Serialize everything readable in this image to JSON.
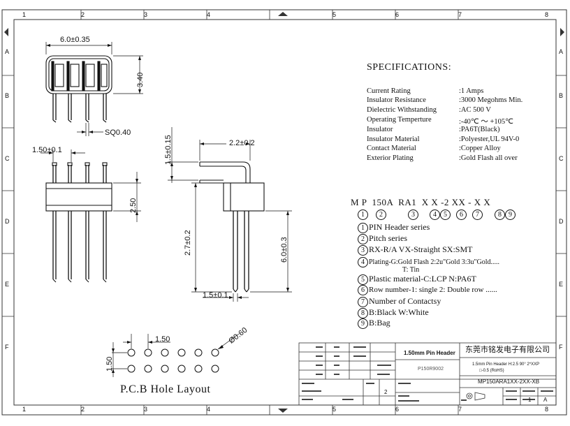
{
  "frame": {
    "top_cols": [
      "1",
      "2",
      "3",
      "4",
      "5",
      "6",
      "7",
      "8"
    ],
    "bottom_cols": [
      "1",
      "2",
      "3",
      "4",
      "5",
      "6",
      "7",
      "8"
    ],
    "left_rows": [
      "A",
      "B",
      "C",
      "D",
      "E",
      "F"
    ],
    "right_rows": [
      "A",
      "B",
      "C",
      "D",
      "E",
      "F"
    ]
  },
  "dims": {
    "width_top": "6.0±0.35",
    "height_top": "3.40",
    "pin_square": "SQ0.40",
    "pitch": "1.50±0.1",
    "body_height": "2.50",
    "tail_up": "1.5±0.15",
    "tail_offset": "2.2±0.2",
    "mid_length": "2.7±0.2",
    "pin_length": "6.0±0.3",
    "foot": "1.5±0.1"
  },
  "specs": {
    "title": "SPECIFICATIONS:",
    "rows": [
      {
        "k": "Current Rating",
        "v": ":1 Amps"
      },
      {
        "k": "Insulator Resistance",
        "v": ":3000 Megohms Min."
      },
      {
        "k": "Dielectric Withstanding",
        "v": ":AC 500 V"
      },
      {
        "k": "Operating Temperture",
        "v": ":-40℃ ～ +105℃"
      },
      {
        "k": "Insulator",
        "v": ":PA6T(Black)"
      },
      {
        "k": "Insulator Material",
        "v": ":Polyester,UL 94V-0"
      },
      {
        "k": "Contact Material",
        "v": ":Copper Alloy"
      },
      {
        "k": "Exterior Plating",
        "v": ":Gold Flash all over"
      }
    ]
  },
  "part": {
    "code": "M P  150A  RA1  X X -2 XX - X X",
    "numbers": [
      "1",
      "2",
      "3",
      "4",
      "5",
      "6",
      "7",
      "8",
      "9"
    ],
    "legend": [
      {
        "n": "1",
        "text": "PIN Header series"
      },
      {
        "n": "2",
        "text": "Pitch series"
      },
      {
        "n": "3",
        "text": "RX-R/A VX-Straight SX:SMT"
      },
      {
        "n": "4",
        "text": "Plating-G:Gold Flash 2:2u\"Gold 3:3u\"Gold....."
      },
      {
        "n": "",
        "text": "T: Tin"
      },
      {
        "n": "5",
        "text": "Plastic material-C:LCP  N:PA6T"
      },
      {
        "n": "6",
        "text": "Row number-1: single   2: Double row ......"
      },
      {
        "n": "7",
        "text": "Number of Contactsy"
      },
      {
        "n": "8",
        "text": "B:Black W:White"
      },
      {
        "n": "9",
        "text": "B:Bag"
      }
    ]
  },
  "pcb": {
    "title": "P.C.B Hole Layout",
    "pitch_h": "1.50",
    "pitch_v": "1.50",
    "hole": "Ø0.60"
  },
  "title_block": {
    "product": "1.50mm Pin Header",
    "company": "东莞市铭发电子有限公司",
    "drawing_no": "P150R9002",
    "desc1": "1.5mm Pin Header H:2.5 90°  2*XXP",
    "desc2": "□-0.5  (RoHS)",
    "part_no": "MP150ARA1XX-2XX-XB",
    "corner_a": "A",
    "small_2": "2",
    "page_1": "1"
  }
}
